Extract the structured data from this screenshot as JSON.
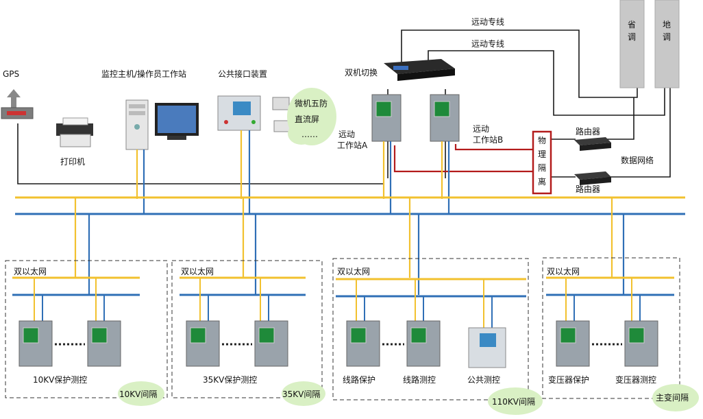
{
  "labels": {
    "gps": "GPS",
    "monitor_host": "监控主机/操作员工作站",
    "public_interface": "公共接口装置",
    "dual_switch": "双机切换",
    "remote_line_1": "远动专线",
    "remote_line_2": "远动专线",
    "province_dispatch": "省\n调",
    "province_dispatch_a": "省",
    "province_dispatch_b": "调",
    "local_dispatch_a": "地",
    "local_dispatch_b": "调",
    "printer": "打印机",
    "five_prevention_1": "微机五防",
    "five_prevention_2": "直流屏",
    "five_prevention_3": "……",
    "workstation_a_1": "远动",
    "workstation_a_2": "工作站A",
    "workstation_b_1": "远动",
    "workstation_b_2": "工作站B",
    "isolation_1": "物",
    "isolation_2": "理",
    "isolation_3": "隔",
    "isolation_4": "离",
    "router_1": "路由器",
    "router_2": "路由器",
    "data_network": "数据网络"
  },
  "bays": [
    {
      "net_label": "双以太网",
      "devices": [
        "10KV保护测控"
      ],
      "cloud": "10KV间隔"
    },
    {
      "net_label": "双以太网",
      "devices": [
        "35KV保护测控"
      ],
      "cloud": "35KV间隔"
    },
    {
      "net_label": "双以太网",
      "devices": [
        "线路保护",
        "线路测控",
        "公共测控"
      ],
      "cloud": "110KV间隔"
    },
    {
      "net_label": "双以太网",
      "devices": [
        "变压器保护",
        "变压器测控"
      ],
      "cloud": "主变间隔"
    }
  ],
  "colors": {
    "yellow_bus": "#f2c12e",
    "blue_bus": "#2f6fb6",
    "black_line": "#1a1a1a",
    "red_line": "#b31b1b",
    "dispatch_box": "#c8c8c8",
    "cloud": "#d9f0c4",
    "cabinet_body": "#9aa3ab",
    "cabinet_screen": "#1f8a3a"
  }
}
